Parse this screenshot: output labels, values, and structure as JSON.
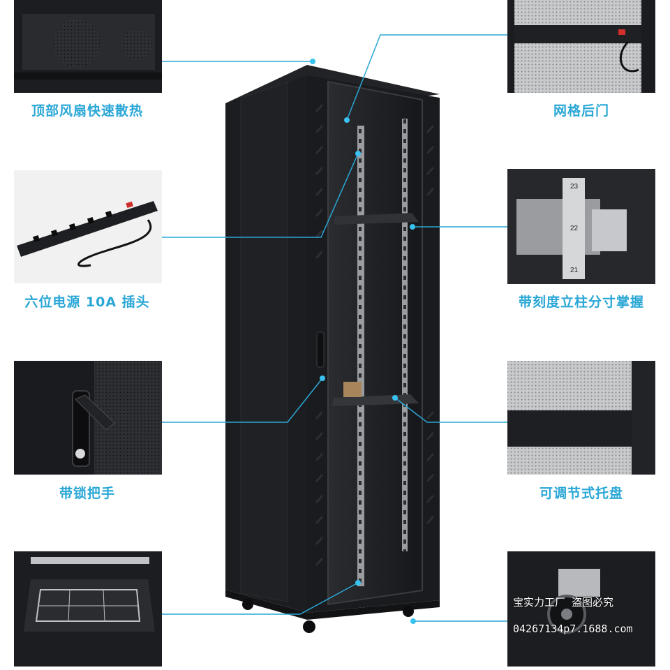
{
  "colors": {
    "accent": "#2aa7d6",
    "label": "#2aa7d6",
    "cabinet": "#1b1c1e"
  },
  "features": {
    "top_fan": "顶部风扇快速散热",
    "pdu": "六位电源 10A 插头",
    "lock_handle": "带锁把手",
    "mesh_rear_door": "网格后门",
    "scaled_rail": "带刻度立柱分寸掌握",
    "adjustable_tray": "可调节式托盘"
  },
  "rail_numbers": [
    "23",
    "22",
    "21"
  ],
  "watermark": {
    "line1": "宝实力工厂 盗图必究",
    "line2": "04267134p7.1688.com"
  }
}
